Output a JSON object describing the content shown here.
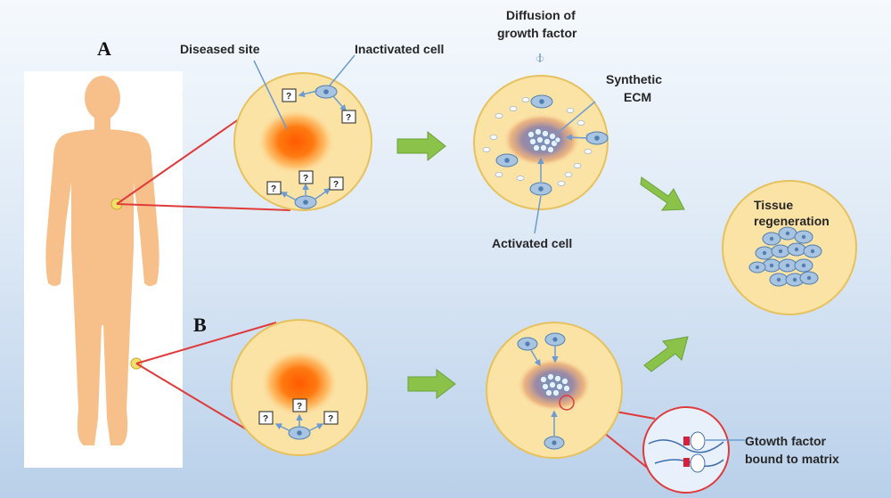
{
  "panels": {
    "a": "A",
    "b": "B"
  },
  "labels": {
    "diseased_site": "Diseased site",
    "inactivated_cell": "Inactivated cell",
    "diffusion_line1": "Diffusion of",
    "diffusion_line2": "growth factor",
    "synthetic_line1": "Synthetic",
    "synthetic_line2": "ECM",
    "activated_cell": "Activated cell",
    "tissue_line1": "Tissue",
    "tissue_line2": "regeneration",
    "gf_line1": "Gtowth factor",
    "gf_line2": "bound to matrix"
  },
  "question_mark": "?",
  "colors": {
    "body": "#f7c08a",
    "circle_fill": "#fbe3a6",
    "circle_stroke": "#e6c15d",
    "lesion": "#ff6a00",
    "cell": "#a8c4e0",
    "nucleus": "#4f7fb0",
    "arrow_green": "#8bc34a",
    "connector_red": "#e03b3b",
    "pointer_blue": "#6b9bd1"
  }
}
